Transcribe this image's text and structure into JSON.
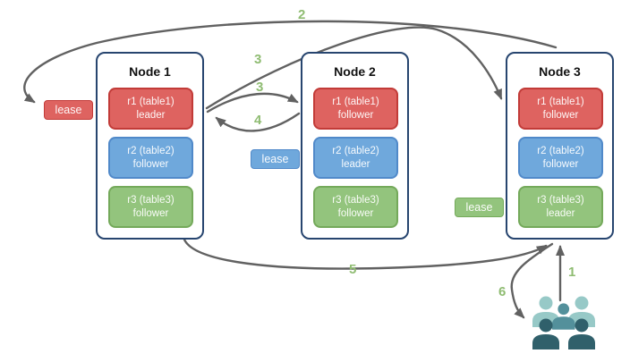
{
  "nodes": [
    {
      "title": "Node 1",
      "replicas": [
        {
          "name": "r1 (table1)",
          "role": "leader"
        },
        {
          "name": "r2 (table2)",
          "role": "follower"
        },
        {
          "name": "r3 (table3)",
          "role": "follower"
        }
      ]
    },
    {
      "title": "Node 2",
      "replicas": [
        {
          "name": "r1 (table1)",
          "role": "follower"
        },
        {
          "name": "r2 (table2)",
          "role": "leader"
        },
        {
          "name": "r3 (table3)",
          "role": "follower"
        }
      ]
    },
    {
      "title": "Node 3",
      "replicas": [
        {
          "name": "r1 (table1)",
          "role": "follower"
        },
        {
          "name": "r2 (table2)",
          "role": "follower"
        },
        {
          "name": "r3 (table3)",
          "role": "leader"
        }
      ]
    }
  ],
  "leases": [
    {
      "label": "lease",
      "variant": "red"
    },
    {
      "label": "lease",
      "variant": "blue"
    },
    {
      "label": "lease",
      "variant": "green"
    }
  ],
  "steps": {
    "s1": "1",
    "s2": "2",
    "s3a": "3",
    "s3b": "3",
    "s4": "4",
    "s5": "5",
    "s6": "6"
  },
  "colors": {
    "node_border": "#27456F",
    "red_fill": "#DE6360",
    "red_border": "#C23B38",
    "blue_fill": "#6FA8DC",
    "blue_border": "#5089C9",
    "green_fill": "#93C47D",
    "green_border": "#74A95A",
    "arrow": "#616161",
    "step_label": "#8FBC72",
    "users_light": "#97C9C7",
    "users_mid": "#53909B",
    "users_dark": "#30606B"
  }
}
